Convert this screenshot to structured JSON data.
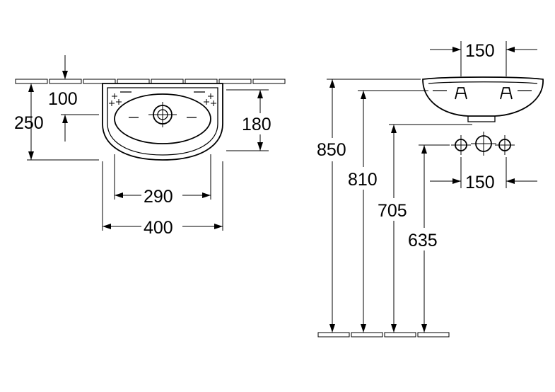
{
  "drawing": {
    "front_view": {
      "height_overall": "250",
      "depth_to_outlet": "100",
      "bowl_height": "180",
      "bowl_width": "290",
      "overall_width": "400"
    },
    "side_view": {
      "mount_height_top": "850",
      "mount_height_rim": "810",
      "mount_height_waste": "705",
      "mount_height_supply": "635",
      "spacing_top": "150",
      "spacing_bottom": "150"
    }
  }
}
